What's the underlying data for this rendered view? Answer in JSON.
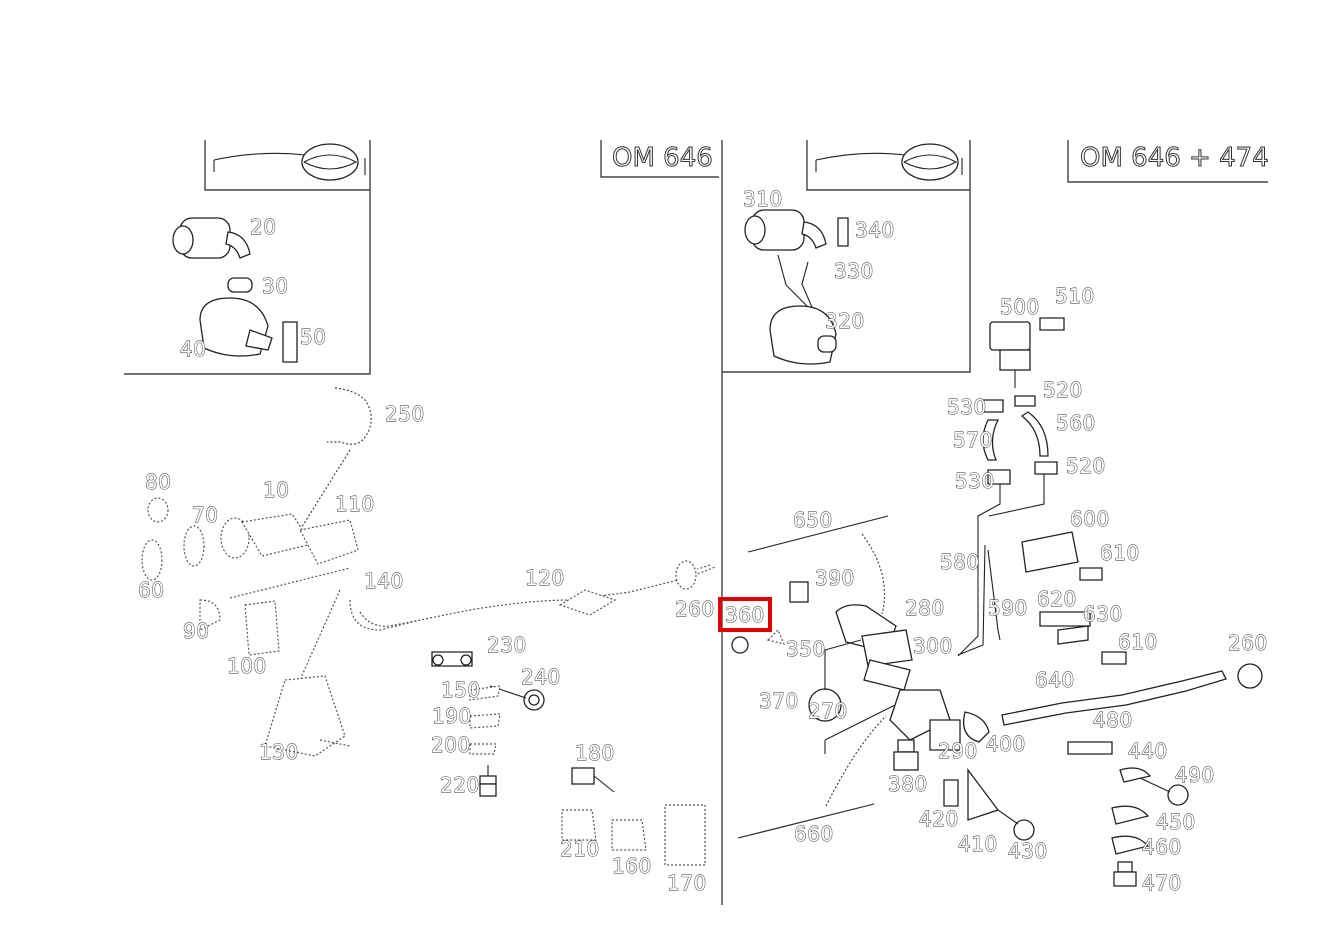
{
  "panels": {
    "left_title": "OM 646",
    "right_title": "OM 646 + 474"
  },
  "highlight_label": "360",
  "callouts": [
    {
      "id": "20",
      "text": "20"
    },
    {
      "id": "30",
      "text": "30"
    },
    {
      "id": "40",
      "text": "40"
    },
    {
      "id": "50",
      "text": "50"
    },
    {
      "id": "250",
      "text": "250"
    },
    {
      "id": "80",
      "text": "80"
    },
    {
      "id": "10",
      "text": "10"
    },
    {
      "id": "70",
      "text": "70"
    },
    {
      "id": "110",
      "text": "110"
    },
    {
      "id": "60",
      "text": "60"
    },
    {
      "id": "140",
      "text": "140"
    },
    {
      "id": "120",
      "text": "120"
    },
    {
      "id": "260a",
      "text": "260"
    },
    {
      "id": "90",
      "text": "90"
    },
    {
      "id": "100",
      "text": "100"
    },
    {
      "id": "230",
      "text": "230"
    },
    {
      "id": "240",
      "text": "240"
    },
    {
      "id": "150",
      "text": "150"
    },
    {
      "id": "190",
      "text": "190"
    },
    {
      "id": "200",
      "text": "200"
    },
    {
      "id": "130",
      "text": "130"
    },
    {
      "id": "220",
      "text": "220"
    },
    {
      "id": "180",
      "text": "180"
    },
    {
      "id": "210",
      "text": "210"
    },
    {
      "id": "160",
      "text": "160"
    },
    {
      "id": "170",
      "text": "170"
    },
    {
      "id": "310",
      "text": "310"
    },
    {
      "id": "340",
      "text": "340"
    },
    {
      "id": "330",
      "text": "330"
    },
    {
      "id": "320",
      "text": "320"
    },
    {
      "id": "500",
      "text": "500"
    },
    {
      "id": "510",
      "text": "510"
    },
    {
      "id": "530a",
      "text": "530"
    },
    {
      "id": "520a",
      "text": "520"
    },
    {
      "id": "570",
      "text": "570"
    },
    {
      "id": "560",
      "text": "560"
    },
    {
      "id": "530b",
      "text": "530"
    },
    {
      "id": "520b",
      "text": "520"
    },
    {
      "id": "650",
      "text": "650"
    },
    {
      "id": "600",
      "text": "600"
    },
    {
      "id": "610a",
      "text": "610"
    },
    {
      "id": "580",
      "text": "580"
    },
    {
      "id": "390",
      "text": "390"
    },
    {
      "id": "280",
      "text": "280"
    },
    {
      "id": "590",
      "text": "590"
    },
    {
      "id": "620",
      "text": "620"
    },
    {
      "id": "630",
      "text": "630"
    },
    {
      "id": "350",
      "text": "350"
    },
    {
      "id": "300",
      "text": "300"
    },
    {
      "id": "610b",
      "text": "610"
    },
    {
      "id": "260b",
      "text": "260"
    },
    {
      "id": "640",
      "text": "640"
    },
    {
      "id": "370",
      "text": "370"
    },
    {
      "id": "270",
      "text": "270"
    },
    {
      "id": "480",
      "text": "480"
    },
    {
      "id": "400",
      "text": "400"
    },
    {
      "id": "290",
      "text": "290"
    },
    {
      "id": "440",
      "text": "440"
    },
    {
      "id": "490",
      "text": "490"
    },
    {
      "id": "380",
      "text": "380"
    },
    {
      "id": "420",
      "text": "420"
    },
    {
      "id": "450",
      "text": "450"
    },
    {
      "id": "660",
      "text": "660"
    },
    {
      "id": "410",
      "text": "410"
    },
    {
      "id": "430",
      "text": "430"
    },
    {
      "id": "460",
      "text": "460"
    },
    {
      "id": "470",
      "text": "470"
    }
  ]
}
